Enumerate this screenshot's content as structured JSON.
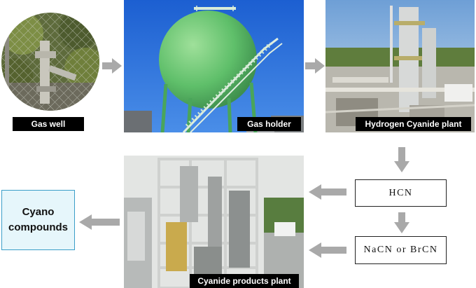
{
  "nodes": {
    "gas_well": "Gas well",
    "gas_holder": "Gas holder",
    "hcn_plant": "Hydrogen Cyanide plant",
    "hcn": "HCN",
    "nacn_brcn": "NaCN or BrCN",
    "cyanide_plant": "Cyanide products plant",
    "cyano_line1": "Cyano",
    "cyano_line2": "compounds"
  },
  "colors": {
    "arrow": "#a9a9a9",
    "caption_bg": "#000000",
    "cyano_fill": "#e6f6fb",
    "cyano_border": "#3a9ec8"
  },
  "icons": [
    "arrow-right-icon",
    "arrow-down-icon",
    "arrow-left-icon"
  ]
}
